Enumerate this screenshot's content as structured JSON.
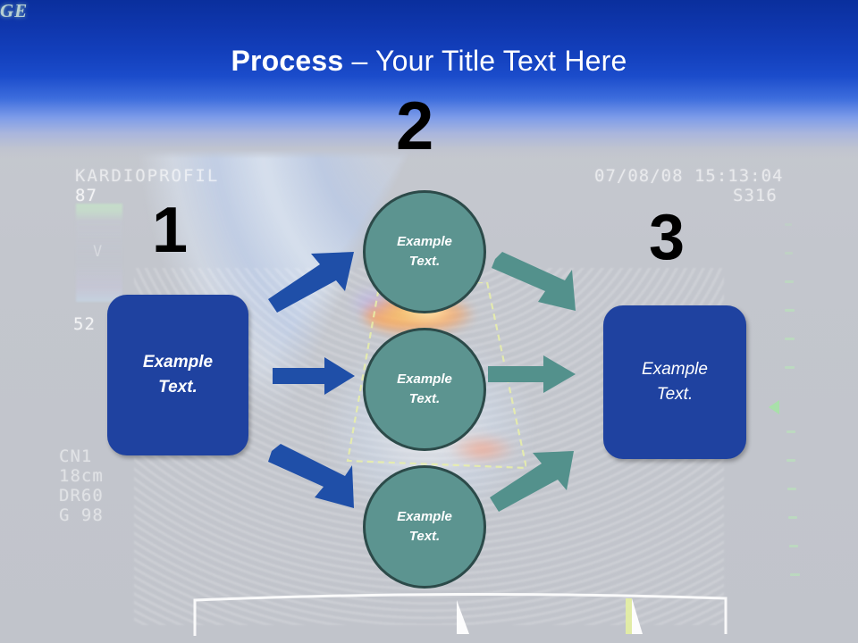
{
  "slide": {
    "title_bold": "Process",
    "title_dash": " – ",
    "title_rest": "Your Title Text Here"
  },
  "colors": {
    "header_blue_top": "#0a2f9d",
    "header_blue_mid": "#1b4ccb",
    "box_blue": "#1f42a0",
    "circle_teal": "#5c9490",
    "circle_border": "#2c4a49",
    "arrow_blue": "#1f4fa8",
    "arrow_teal": "#53918c",
    "number_black": "#000000",
    "background_gray": "#c3c6cd"
  },
  "steps": [
    {
      "number": "1",
      "label": "Example\nText."
    },
    {
      "number": "2",
      "label": "Example\nText."
    },
    {
      "number": "3",
      "label": "Example\nText."
    }
  ],
  "left_box": {
    "line1": "Example",
    "line2": "Text."
  },
  "right_box": {
    "line1": "Example",
    "line2": "Text."
  },
  "circles": [
    {
      "line1": "Example",
      "line2": "Text."
    },
    {
      "line1": "Example",
      "line2": "Text."
    },
    {
      "line1": "Example",
      "line2": "Text."
    }
  ],
  "arrows": {
    "blue_up": "arrow-up-right-blue",
    "blue_right": "arrow-right-blue",
    "blue_down": "arrow-down-right-blue",
    "teal_down": "arrow-down-right-teal",
    "teal_right": "arrow-right-teal",
    "teal_up": "arrow-up-right-teal"
  },
  "ultrasound_overlay": {
    "preset": "KARDIOPROFIL",
    "value_top": "87",
    "value_bottom": "52",
    "gain_letter": "V",
    "probe": "CN1",
    "depth": "18cm",
    "dynamic_range": "DR60",
    "gain": "G 98",
    "datetime": "07/08/08 15:13:04",
    "study_id": "S316",
    "vendor": "GE"
  }
}
